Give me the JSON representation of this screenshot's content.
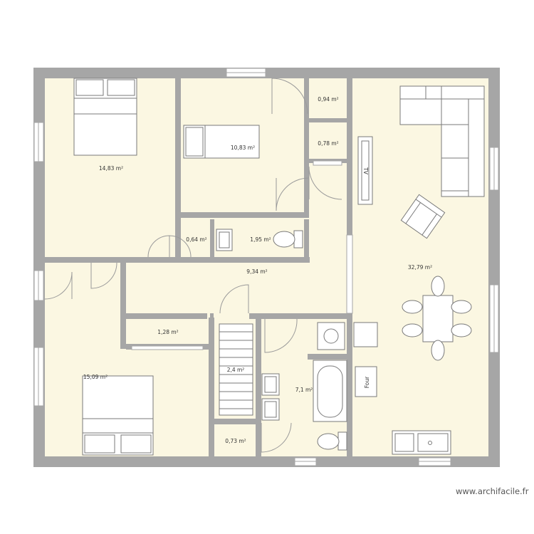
{
  "colors": {
    "wall": "#a6a6a6",
    "floor": "#fbf7e2",
    "furniture_stroke": "#7a7a7a",
    "furniture_fill": "#ffffff",
    "window": "#ffffff"
  },
  "rooms": [
    {
      "id": "bedroom-1",
      "area": "14,83 m²"
    },
    {
      "id": "bedroom-2",
      "area": "10,83 m²"
    },
    {
      "id": "closet-1",
      "area": "0,94 m²"
    },
    {
      "id": "closet-2",
      "area": "0,78 m²"
    },
    {
      "id": "closet-3",
      "area": "0,64 m²"
    },
    {
      "id": "toilet",
      "area": "1,95 m²"
    },
    {
      "id": "hallway",
      "area": "9,34 m²"
    },
    {
      "id": "living",
      "area": "32,79 m²"
    },
    {
      "id": "storage",
      "area": "1,28 m²"
    },
    {
      "id": "bedroom-3",
      "area": "15,09 m²"
    },
    {
      "id": "stairs",
      "area": "2,4 m²"
    },
    {
      "id": "bathroom",
      "area": "7,1 m²"
    },
    {
      "id": "closet-4",
      "area": "0,73 m²"
    }
  ],
  "fixtures": {
    "tv_label": "TV",
    "oven_label": "Four"
  },
  "watermark": "www.archifacile.fr"
}
